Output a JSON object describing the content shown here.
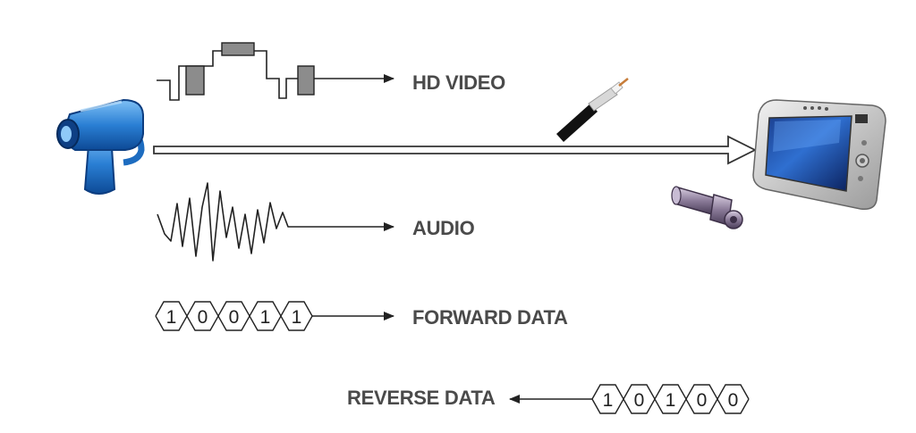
{
  "labels": {
    "hd_video": "HD VIDEO",
    "audio": "AUDIO",
    "forward_data": "FORWARD DATA",
    "reverse_data": "REVERSE DATA"
  },
  "forward_bits": [
    "1",
    "0",
    "0",
    "1",
    "1"
  ],
  "reverse_bits": [
    "1",
    "0",
    "1",
    "0",
    "0"
  ],
  "icons": {
    "camera": "security-camera-icon",
    "cable": "coaxial-cable-icon",
    "connector": "bnc-connector-icon",
    "monitor": "display-monitor-icon"
  },
  "colors": {
    "label_text": "#4a4a4a",
    "camera_blue": "#2a7fd4",
    "pulse_fill": "#8c8c8c"
  }
}
